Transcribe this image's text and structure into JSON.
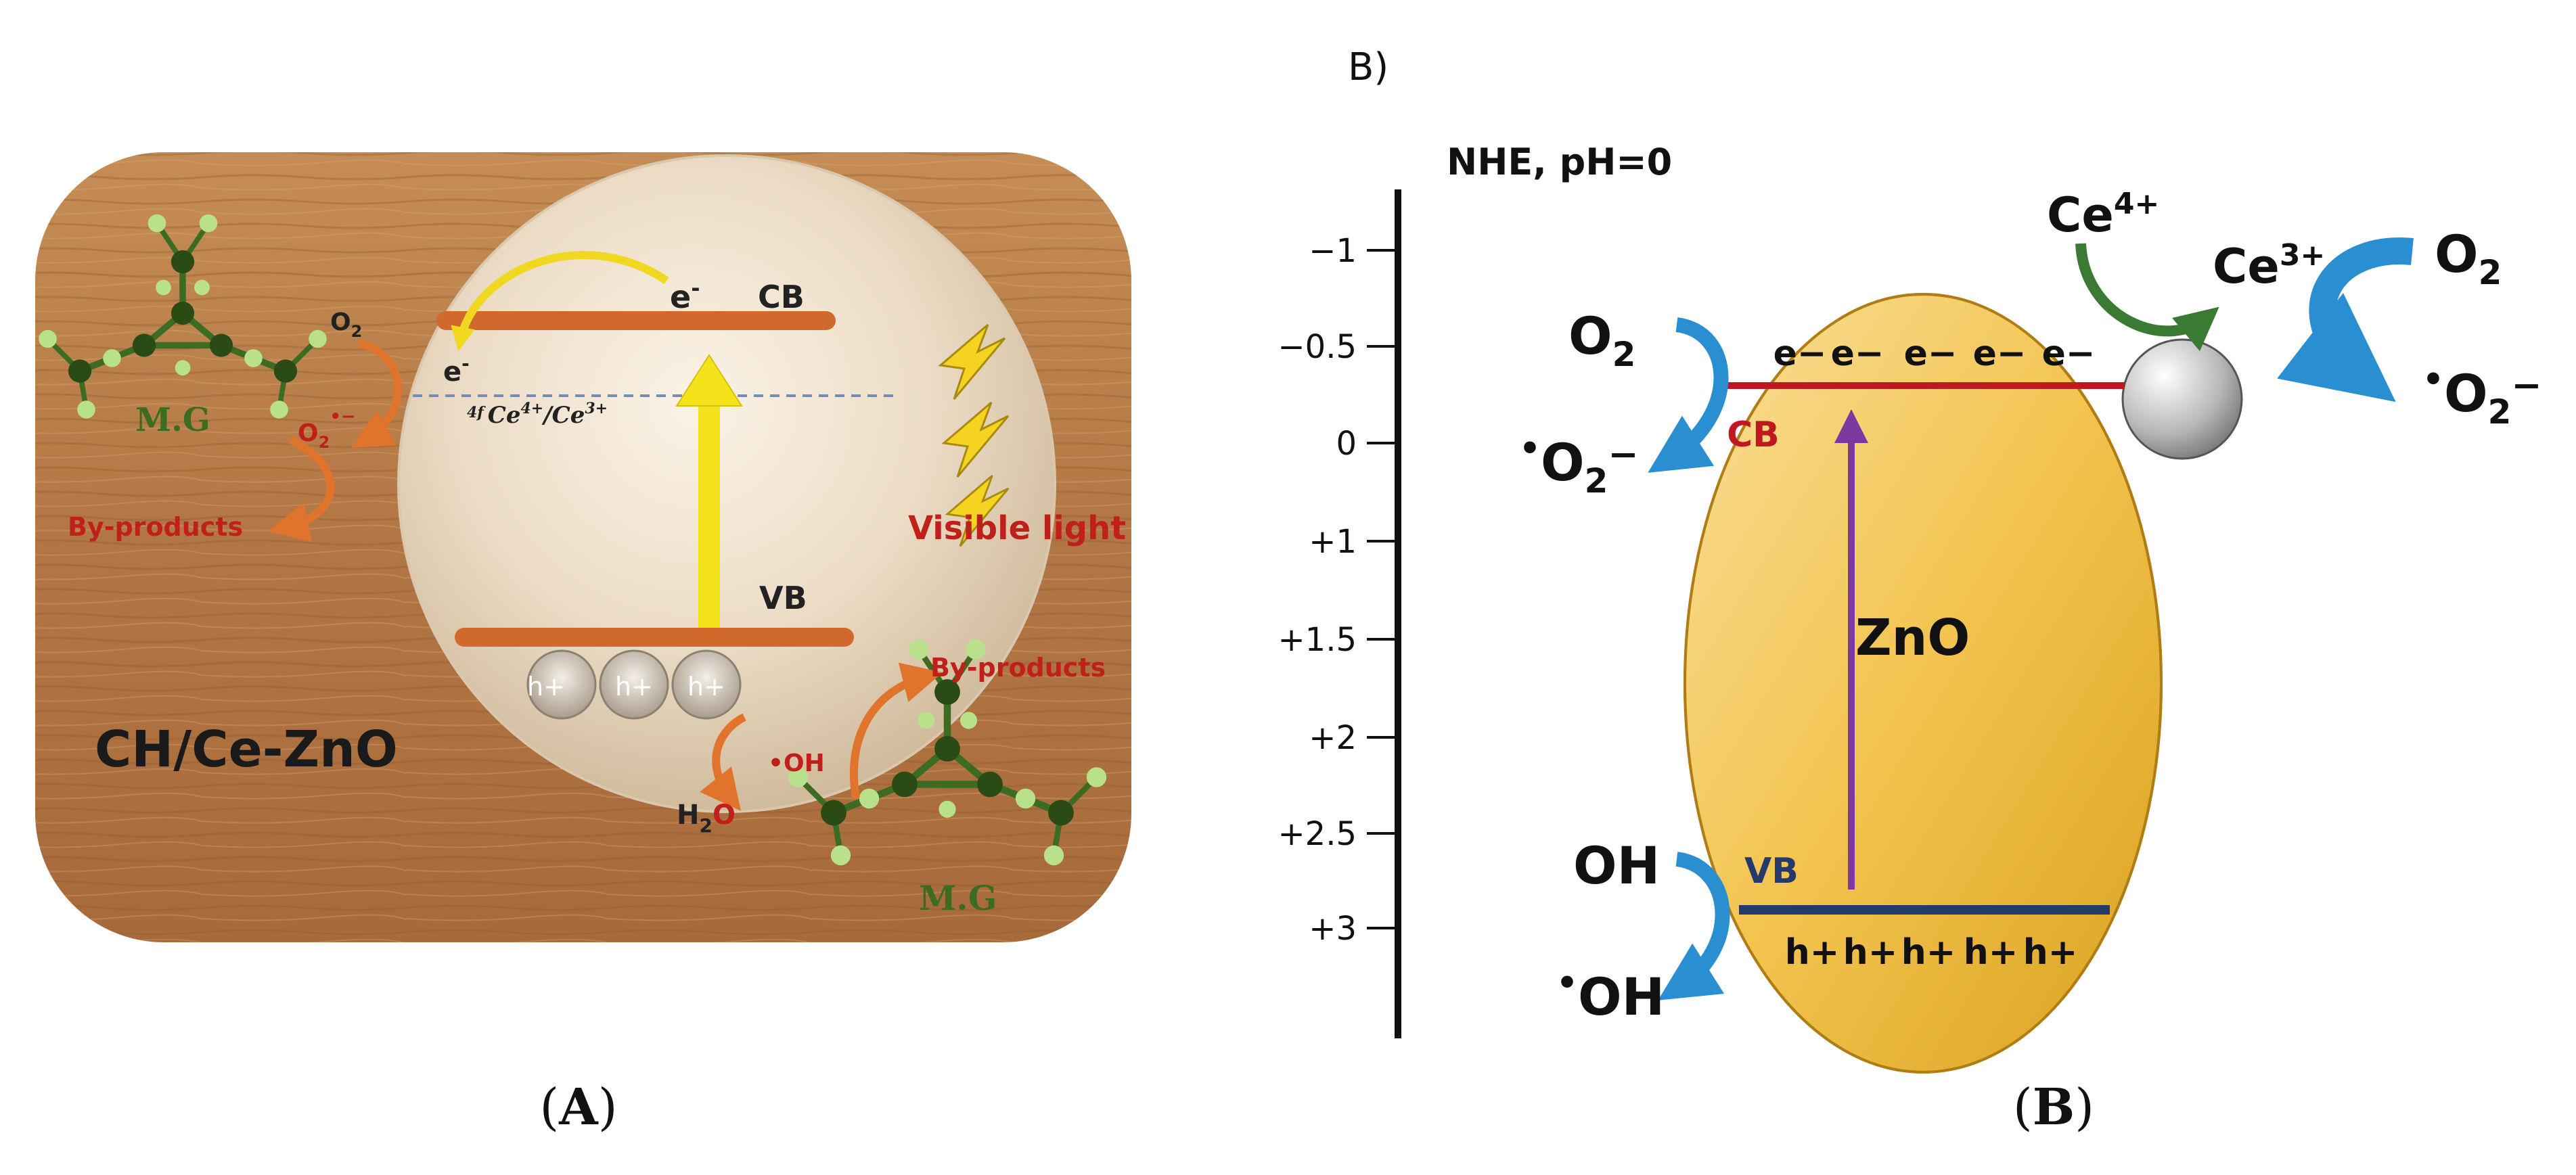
{
  "panel_a": {
    "caption_open": "(",
    "caption_letter": "A",
    "caption_close": ")",
    "material": "CH/Ce-ZnO",
    "cb": "CB",
    "vb": "VB",
    "electron_top": "e",
    "electron_minus": "-",
    "electron_left": "e",
    "redox_prefix": "4f",
    "redox_ce4": "Ce",
    "redox_ce4_sup": "4+",
    "redox_sep": "/Ce",
    "redox_ce3_sup": "3+",
    "holes": [
      "h+",
      "h+",
      "h+"
    ],
    "o2_base": "O",
    "o2_sub": "2",
    "superoxide_base": "O",
    "superoxide_sub": "2",
    "superoxide_sup": "•−",
    "dye_left": "M.G",
    "dye_right": "M.G",
    "byproducts_left": "By-products",
    "byproducts_right": "By-products",
    "visible_light": "Visible light",
    "oh_radical": "•OH",
    "water_h": "H",
    "water_sub": "2",
    "water_o": "O"
  },
  "panel_b": {
    "label": "B)",
    "caption_open": "(",
    "caption_letter": "B",
    "caption_close": ")",
    "axis_title": "NHE, pH=0",
    "ticks": [
      "−1",
      "−0.5",
      "0",
      "+1",
      "+1.5",
      "+2",
      "+2.5",
      "+3"
    ],
    "semiconductor": "ZnO",
    "cb": "CB",
    "vb": "VB",
    "electrons": [
      "e−",
      "e−",
      "e−",
      "e−",
      "e−"
    ],
    "holes": [
      "h+",
      "h+",
      "h+",
      "h+",
      "h+"
    ],
    "o2_left_base": "O",
    "o2_left_sub": "2",
    "superoxide_left_dot": "•",
    "superoxide_left_base": "O",
    "superoxide_left_sub": "2",
    "superoxide_left_sup": "−",
    "ce4_base": "Ce",
    "ce4_sup": "4+",
    "ce3_base": "Ce",
    "ce3_sup": "3+",
    "o2_right_base": "O",
    "o2_right_sub": "2",
    "superoxide_right_dot": "•",
    "superoxide_right_base": "O",
    "superoxide_right_sub": "2",
    "superoxide_right_sup": "−",
    "oh": "OH",
    "oh_radical_dot": "•",
    "oh_radical_text": "OH"
  },
  "colors": {
    "wood": "#b57a45",
    "band_orange": "#d1692c",
    "arrow_yellow": "#f4e21a",
    "cb_red": "#c01820",
    "vb_navy": "#243a6a",
    "arrow_blue": "#2a8fd0",
    "arrow_green": "#3b7a32",
    "arrow_purple": "#7a3aa0",
    "text_red": "#c0201a",
    "dye_green": "#3c6b22",
    "ellipse_gold": "#f2c34e"
  }
}
